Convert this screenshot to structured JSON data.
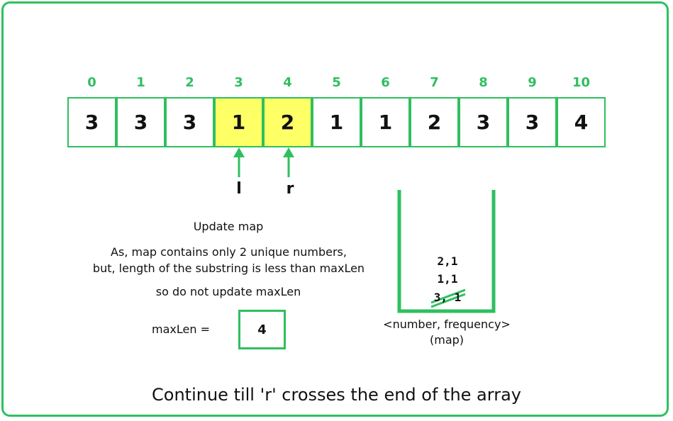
{
  "array": {
    "indices": [
      "0",
      "1",
      "2",
      "3",
      "4",
      "5",
      "6",
      "7",
      "8",
      "9",
      "10"
    ],
    "values": [
      "3",
      "3",
      "3",
      "1",
      "2",
      "1",
      "1",
      "2",
      "3",
      "3",
      "4"
    ],
    "highlighted": [
      3,
      4
    ],
    "highlight_color": "#ffff66",
    "accent_color": "#2fbf5f"
  },
  "pointers": {
    "left": "l",
    "right": "r"
  },
  "explanation": {
    "line1": "Update map",
    "line2": "As, map contains only 2 unique numbers,",
    "line3": "but, length of the substring is less than maxLen",
    "line4": "so do not update maxLen"
  },
  "maxlen": {
    "label": "maxLen =",
    "value": "4"
  },
  "map": {
    "entries": [
      "2,1",
      "1,1",
      "3, 1"
    ],
    "struck_entry": "3, 1",
    "caption_line1": "<number, frequency>",
    "caption_line2": "(map)"
  },
  "caption": "Continue till 'r' crosses the end of the array"
}
